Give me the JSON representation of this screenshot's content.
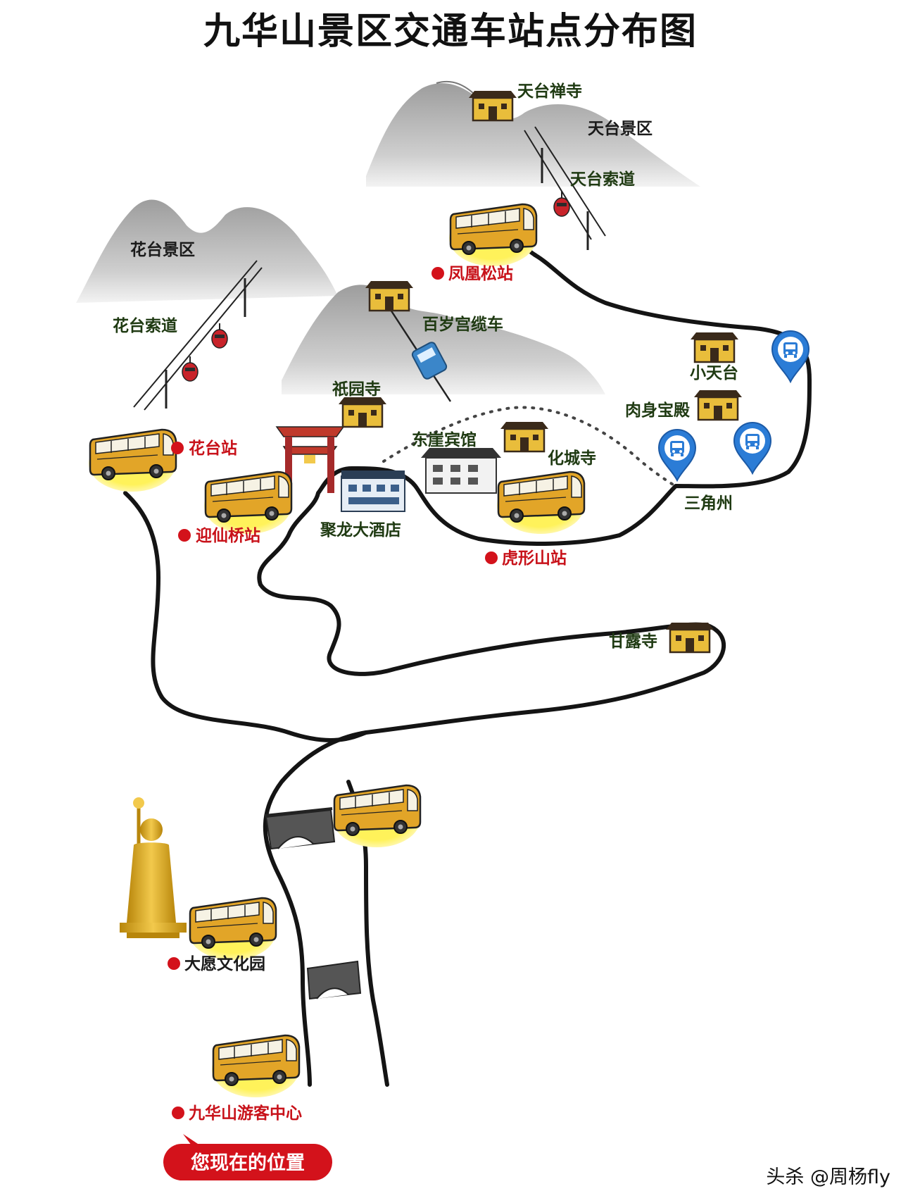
{
  "title": "九华山景区交通车站点分布图",
  "scenic_areas": {
    "tiantai_area": "天台景区",
    "huatai_area": "花台景区"
  },
  "temples": {
    "tiantai_chansi": "天台禅寺",
    "qiyuan": "祇园寺",
    "huacheng": "化城寺",
    "xiaotiantai": "小天台",
    "roushen_baodian": "肉身宝殿",
    "ganlu": "甘露寺"
  },
  "cableways": {
    "tiantai": "天台索道",
    "huatai": "花台索道",
    "baisuigong": "百岁宫缆车"
  },
  "landmarks": {
    "dongya_hotel": "东崖宾馆",
    "julong_hotel": "聚龙大酒店",
    "sanjiaozhou": "三角州"
  },
  "bus_stations": {
    "fenghuangsong": "凤凰松站",
    "huatai": "花台站",
    "yingxianqiao": "迎仙桥站",
    "huxingshan": "虎形山站",
    "dayuan": "大愿文化园",
    "visitor_center": "九华山游客中心"
  },
  "you_are_here": "您现在的位置",
  "watermark": "头杀 @周杨fly",
  "colors": {
    "road": "#141414",
    "station_red": "#d3121b",
    "bus_glow": "#fff25a",
    "bus_body": "#e2a528",
    "pin_blue": "#2b7cd6",
    "mountain": "#a9a9a9"
  }
}
